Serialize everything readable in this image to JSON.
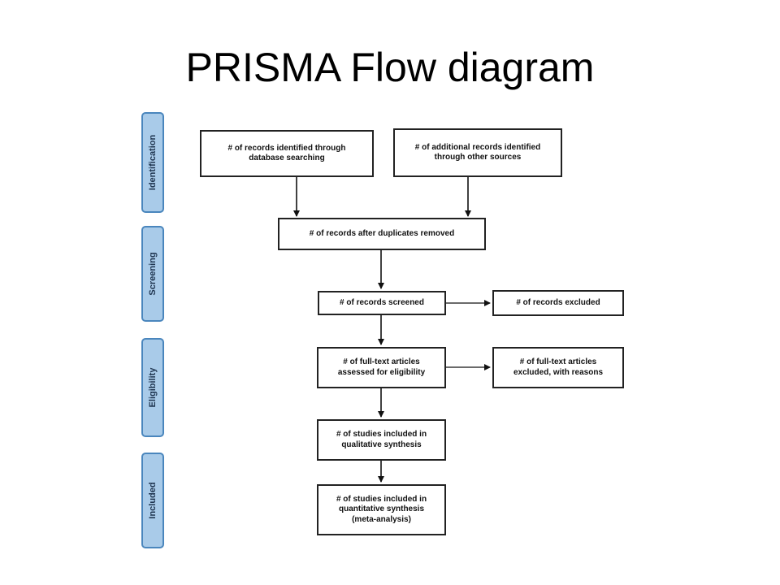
{
  "title": "PRISMA Flow diagram",
  "phases": {
    "identification": "Identification",
    "screening": "Screening",
    "eligibility": "Eligibility",
    "included": "Included"
  },
  "boxes": {
    "database": "# of records identified through\ndatabase searching",
    "other_sources": "# of additional records identified\nthrough other sources",
    "after_duplicates": "# of records after duplicates removed",
    "screened": "# of records screened",
    "excluded": "# of records excluded",
    "full_text": "# of full-text articles\nassessed for eligibility",
    "full_text_excluded": "# of full-text articles\nexcluded, with reasons",
    "qualitative": "# of studies included in\nqualitative synthesis",
    "quantitative": "# of studies included in\nquantitative synthesis\n(meta-analysis)"
  }
}
